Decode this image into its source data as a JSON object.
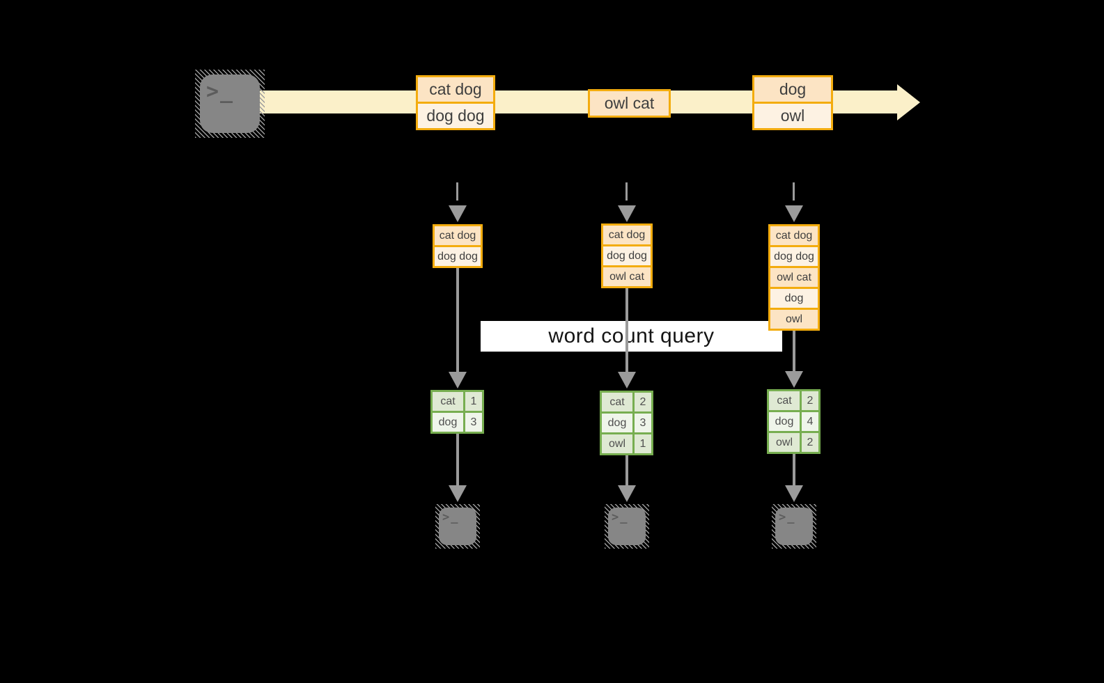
{
  "colors": {
    "canvas-bg": "#000000",
    "stream-band": "#fbf0c9",
    "orange-border": "#f3ac0e",
    "peach-dark": "#fce4c4",
    "peach-light": "#fdf2e3",
    "green-border": "#77ae50",
    "green-dark": "#dfe9d3",
    "green-light": "#eff5ea",
    "arrow-gray": "#9b9b9b",
    "terminal-gray": "#868686",
    "box-text": "#3e3e3e",
    "table-text": "#4f4f4f",
    "label-text": "#141414",
    "label-bg": "#ffffff"
  },
  "terminal_prompt": ">_",
  "stream": {
    "records": [
      {
        "lines": [
          "cat dog",
          "dog dog"
        ]
      },
      {
        "lines": [
          "owl cat"
        ]
      },
      {
        "lines": [
          "dog",
          "owl"
        ]
      }
    ]
  },
  "query_label": {
    "text": "word count query"
  },
  "columns": [
    {
      "stack": [
        "cat dog",
        "dog dog"
      ],
      "counts": [
        {
          "word": "cat",
          "value": "1"
        },
        {
          "word": "dog",
          "value": "3"
        }
      ]
    },
    {
      "stack": [
        "cat dog",
        "dog dog",
        "owl cat"
      ],
      "counts": [
        {
          "word": "cat",
          "value": "2"
        },
        {
          "word": "dog",
          "value": "3"
        },
        {
          "word": "owl",
          "value": "1"
        }
      ]
    },
    {
      "stack": [
        "cat dog",
        "dog dog",
        "owl cat",
        "dog",
        "owl"
      ],
      "counts": [
        {
          "word": "cat",
          "value": "2"
        },
        {
          "word": "dog",
          "value": "4"
        },
        {
          "word": "owl",
          "value": "2"
        }
      ]
    }
  ]
}
